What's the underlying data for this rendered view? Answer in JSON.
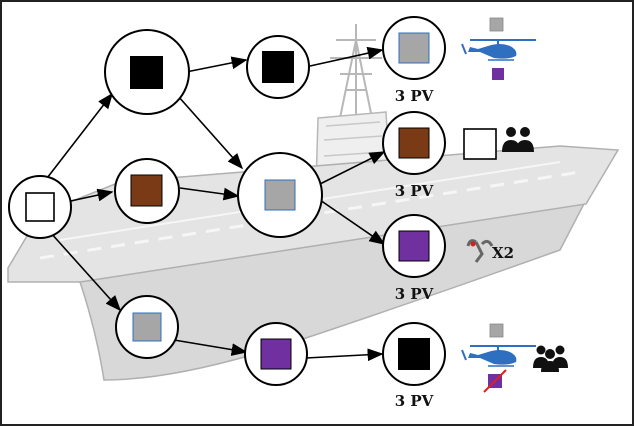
{
  "colors": {
    "frame": "#222222",
    "ship_fill": "#e4e4e4",
    "ship_stroke": "#b8b8b8",
    "white": "#ffffff",
    "black": "#000000",
    "brown": "#7a3a16",
    "gray": "#a6a6a6",
    "purple": "#7030a0",
    "helicopter": "#2e6fc0",
    "strike": "#e02020"
  },
  "labels": {
    "pv_top": "3 PV",
    "pv_mid": "3 PV",
    "pv_purple": "3 PV",
    "pv_bottom": "3 PV",
    "multiplier": "X2"
  },
  "icons": {
    "helicopter": "helicopter-icon",
    "people_pair": "people-pair-icon",
    "people_group": "people-group-icon",
    "tool": "tool-icon"
  },
  "nodes": [
    {
      "id": "start",
      "color": "white"
    },
    {
      "id": "black-1",
      "color": "black"
    },
    {
      "id": "brown-1",
      "color": "brown"
    },
    {
      "id": "gray-lower",
      "color": "gray"
    },
    {
      "id": "black-2",
      "color": "black"
    },
    {
      "id": "gray-center",
      "color": "gray"
    },
    {
      "id": "purple-1",
      "color": "purple"
    },
    {
      "id": "gray-top-end",
      "color": "gray"
    },
    {
      "id": "brown-end",
      "color": "brown"
    },
    {
      "id": "purple-end",
      "color": "purple"
    },
    {
      "id": "black-end",
      "color": "black"
    }
  ]
}
